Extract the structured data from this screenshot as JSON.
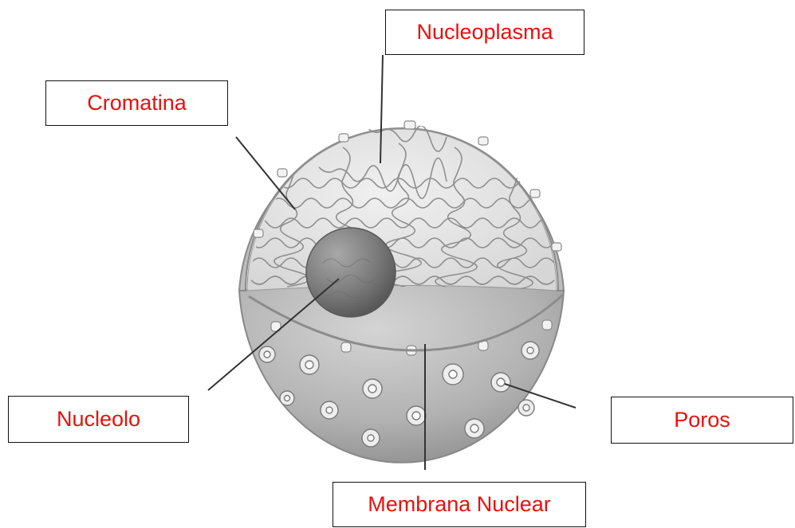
{
  "labels": {
    "nucleoplasma": "Nucleoplasma",
    "cromatina": "Cromatina",
    "nucleolo": "Nucleolo",
    "poros": "Poros",
    "membrana": "Membrana Nuclear"
  },
  "colors": {
    "label_text": "#e8100c",
    "label_border": "#111111",
    "shell": "#aaaaaa",
    "interior": "#e6e6e6",
    "chromatin": "#8e8e8e",
    "nucleolus": "#6e6e6e"
  }
}
